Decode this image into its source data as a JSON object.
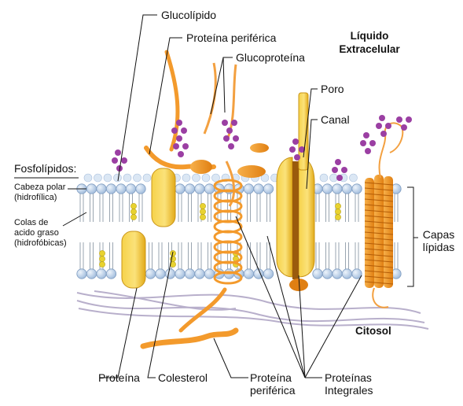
{
  "labels": {
    "glucolipido": "Glucolípido",
    "proteina_periferica_top": "Proteína periférica",
    "glucoproteina": "Glucoproteína",
    "liquido_line1": "Líquido",
    "liquido_line2": "Extracelular",
    "poro": "Poro",
    "canal": "Canal",
    "fosfolipidos": "Fosfolípidos:",
    "cabeza_polar_line1": "Cabeza polar",
    "cabeza_polar_line2": "(hidrofílica)",
    "colas_line1": "Colas de",
    "colas_line2": "acido graso",
    "colas_line3": "(hidrofóbicas)",
    "capas_line1": "Capas",
    "capas_line2": "lípidas",
    "citosol": "Citosol",
    "proteina_bottom": "Proteína",
    "colesterol": "Colesterol",
    "proteina_periferica_bottom_line1": "Proteína",
    "proteina_periferica_bottom_line2": "periférica",
    "proteinas_integrales_line1": "Proteínas",
    "proteinas_integrales_line2": "Integrales"
  },
  "colors": {
    "phospholipid_head": "#b7cfe8",
    "phospholipid_head_stroke": "#7f9cc0",
    "lipid_tail": "#9aa5b0",
    "integral_protein": "#f5c736",
    "integral_protein_dark": "#d69a12",
    "peripheral_protein": "#f39a2c",
    "glycan": "#9b3fa3",
    "cholesterol": "#e8d230",
    "cytoskeleton": "#9b8fb0",
    "leader_line": "#111111"
  }
}
